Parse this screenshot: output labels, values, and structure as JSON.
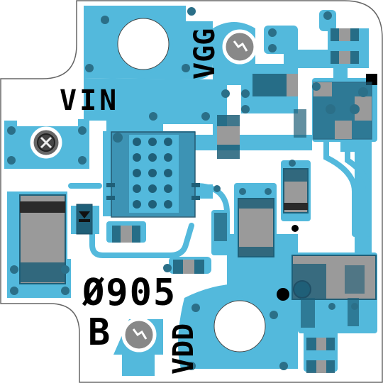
{
  "labels": {
    "vin": "VIN",
    "vgg": "VGG",
    "vdd": "VDD",
    "part_number": "Ø905",
    "revision": "B"
  },
  "colors": {
    "board": "#ffffff",
    "copper": "#53b9dc",
    "via": "#2b6f88",
    "component": "#1f5f78",
    "component_body": "#9a9a9a",
    "pad_dark": "#2a2a2a",
    "silkscreen": "#000000",
    "outline": "#555555"
  },
  "icons": [
    "mounting-hole-icon",
    "screw-terminal-icon",
    "via-icon",
    "polarity-mark-icon",
    "inductor-icon"
  ]
}
